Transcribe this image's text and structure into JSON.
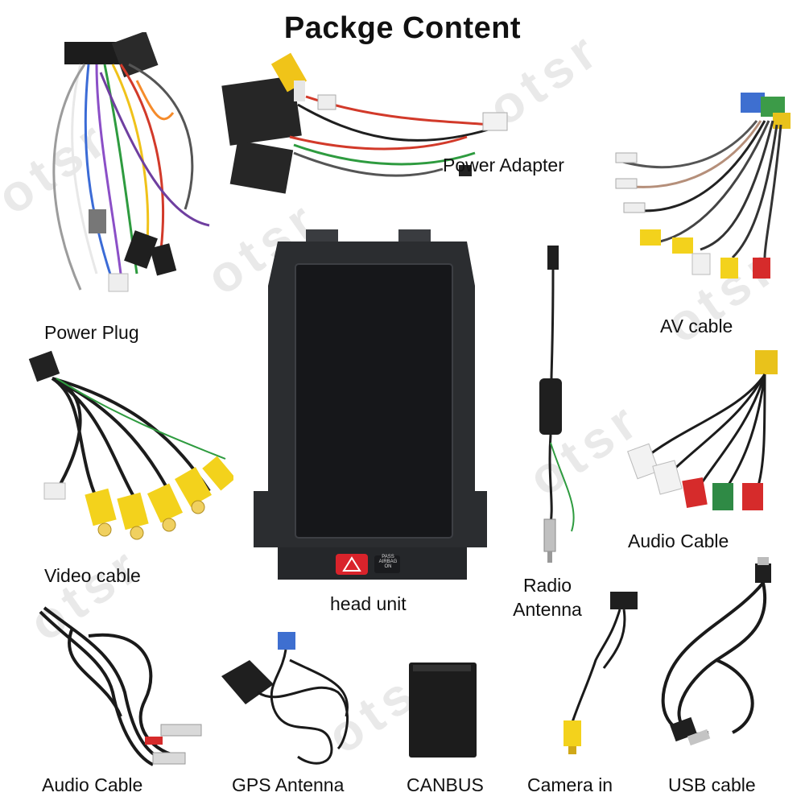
{
  "title": "Packge Content",
  "watermark": "otsr",
  "items": {
    "power_plug": "Power Plug",
    "power_adapter": "Power Adapter",
    "av_cable": "AV cable",
    "video_cable": "Video cable",
    "head_unit": "head unit",
    "radio_antenna_line1": "Radio",
    "radio_antenna_line2": "Antenna",
    "audio_cable_right": "Audio Cable",
    "audio_cable_bottom": "Audio Cable",
    "gps_antenna": "GPS Antenna",
    "canbus": "CANBUS",
    "camera_in": "Camera in",
    "usb_cable": "USB cable"
  },
  "head_unit_buttons": {
    "airbag_line1": "PASS",
    "airbag_line2": "AIRBAG",
    "airbag_line3": "ON"
  },
  "colors": {
    "rca_yellow": "#f3d21c",
    "rca_red": "#d62b2b",
    "rca_white": "#f2f2f2",
    "rca_green": "#2f8a45",
    "hazard_red": "#d9232b",
    "body_black": "#2b2d30"
  }
}
